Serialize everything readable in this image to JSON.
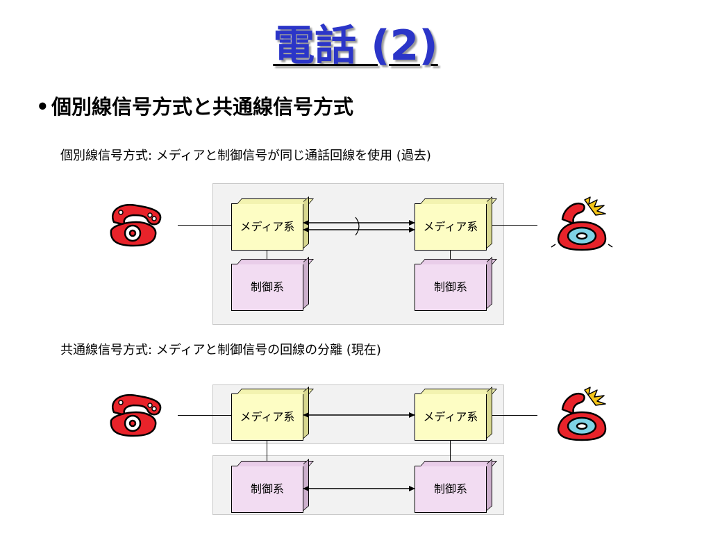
{
  "slide": {
    "title": "電話 (2)",
    "bullet": "個別線信号方式と共通線信号方式",
    "bullet_marker": "•"
  },
  "diagram_individual": {
    "caption": "個別線信号方式: メディアと制御信号が同じ通話回線を使用 (過去)",
    "left_media_label": "メディア系",
    "right_media_label": "メディア系",
    "left_control_label": "制御系",
    "right_control_label": "制御系"
  },
  "diagram_common": {
    "caption": "共通線信号方式: メディアと制御信号の回線の分離 (現在)",
    "left_media_label": "メディア系",
    "right_media_label": "メディア系",
    "left_control_label": "制御系",
    "right_control_label": "制御系"
  },
  "colors": {
    "title": "#2b35c8",
    "media_box": "#fdfdc4",
    "control_box": "#f2dcf2",
    "panel": "#f2f2f2",
    "phone_body": "#e8232a",
    "phone_dial": "#7fd3e6",
    "ring_burst": "#f5c518"
  },
  "icons": {
    "left_phone": "rotary-phone-icon",
    "right_phone": "ringing-phone-icon"
  }
}
